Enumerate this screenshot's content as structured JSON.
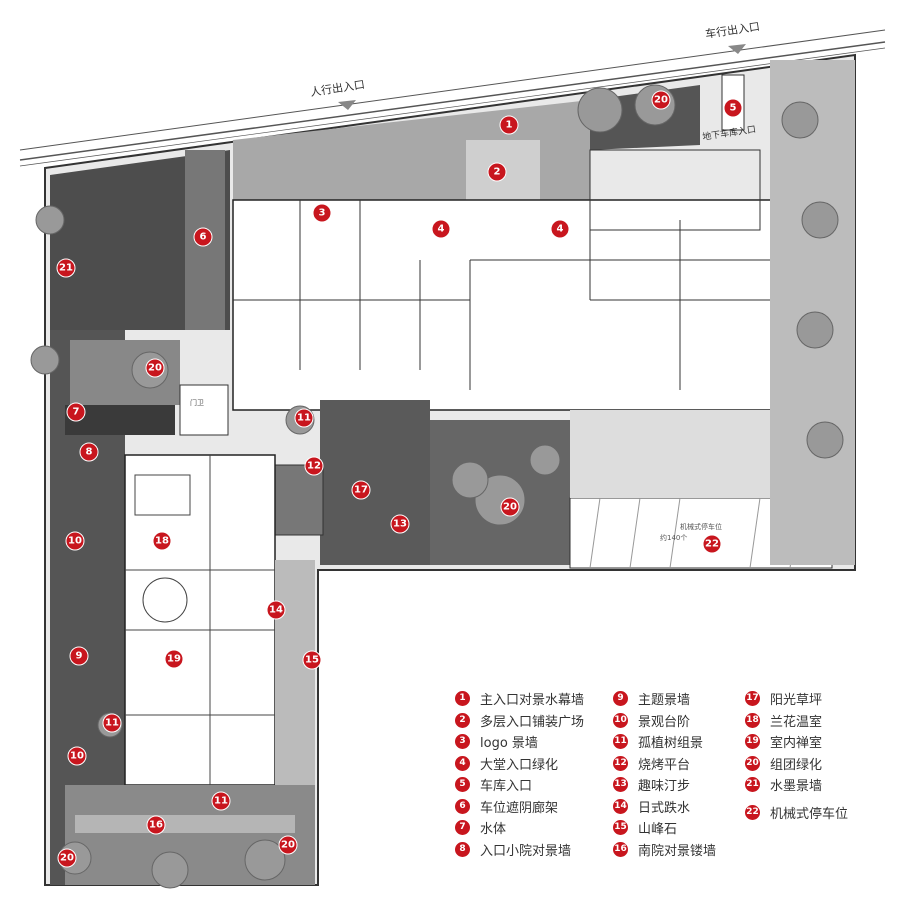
{
  "road_labels": {
    "pedestrian": "人行出入口",
    "vehicle": "车行出入口",
    "garage": "地下车库入口"
  },
  "plan_labels": {
    "parking_note": "机械式停车位",
    "parking_count": "约140个",
    "gate": "门卫"
  },
  "markers": [
    "1",
    "2",
    "3",
    "4",
    "4",
    "5",
    "20",
    "6",
    "21",
    "20",
    "7",
    "11",
    "8",
    "12",
    "17",
    "13",
    "20",
    "22",
    "18",
    "10",
    "14",
    "15",
    "9",
    "19",
    "11",
    "10",
    "11",
    "16",
    "20",
    "20"
  ],
  "legend": [
    {
      "num": "1",
      "label": "主入口对景水幕墙"
    },
    {
      "num": "2",
      "label": "多层入口铺装广场"
    },
    {
      "num": "3",
      "label": "logo 景墙"
    },
    {
      "num": "4",
      "label": "大堂入口绿化"
    },
    {
      "num": "5",
      "label": "车库入口"
    },
    {
      "num": "6",
      "label": "车位遮阴廊架"
    },
    {
      "num": "7",
      "label": "水体"
    },
    {
      "num": "8",
      "label": "入口小院对景墙"
    },
    {
      "num": "9",
      "label": "主题景墙"
    },
    {
      "num": "10",
      "label": "景观台阶"
    },
    {
      "num": "11",
      "label": "孤植树组景"
    },
    {
      "num": "12",
      "label": "烧烤平台"
    },
    {
      "num": "13",
      "label": "趣味汀步"
    },
    {
      "num": "14",
      "label": "日式跌水"
    },
    {
      "num": "15",
      "label": "山峰石"
    },
    {
      "num": "16",
      "label": "南院对景镂墙"
    },
    {
      "num": "17",
      "label": "阳光草坪"
    },
    {
      "num": "18",
      "label": "兰花温室"
    },
    {
      "num": "19",
      "label": "室内禅室"
    },
    {
      "num": "20",
      "label": "组团绿化"
    },
    {
      "num": "21",
      "label": "水墨景墙"
    },
    {
      "num": "22",
      "label": "机械式停车位"
    }
  ],
  "colors": {
    "marker": "#c8161e",
    "dark_green": "#4a4a4a",
    "paving": "#9a9a9a"
  }
}
